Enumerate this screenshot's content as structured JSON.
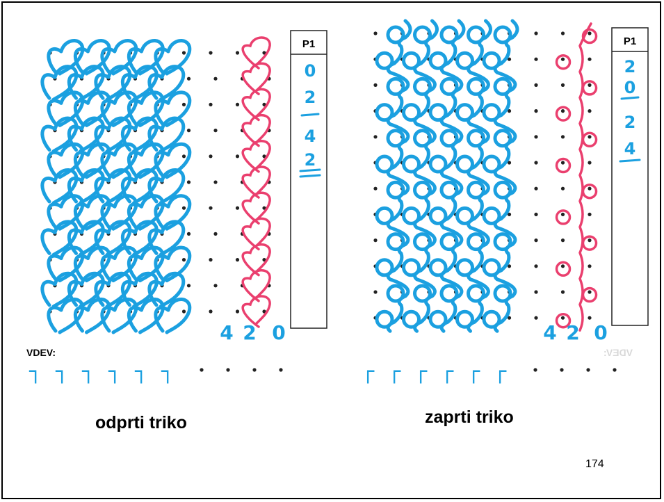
{
  "slide": {
    "page_number": "174",
    "left": {
      "caption": "odprti triko",
      "label_box": "P1",
      "notation": [
        "0",
        "2",
        "4",
        "2"
      ],
      "scale": [
        "4",
        "2",
        "0"
      ],
      "vdev_label": "VDEV:",
      "vdev_mark": "┐"
    },
    "right": {
      "caption": "zaprti triko",
      "label_box": "P1",
      "notation": [
        "2",
        "0",
        "2",
        "4"
      ],
      "scale": [
        "4",
        "2",
        "0"
      ],
      "vdev_mark": "┌"
    },
    "colors": {
      "blue": "#1ba0e0",
      "red": "#ea3f6e",
      "dot": "#222222",
      "frame": "#000000"
    }
  }
}
